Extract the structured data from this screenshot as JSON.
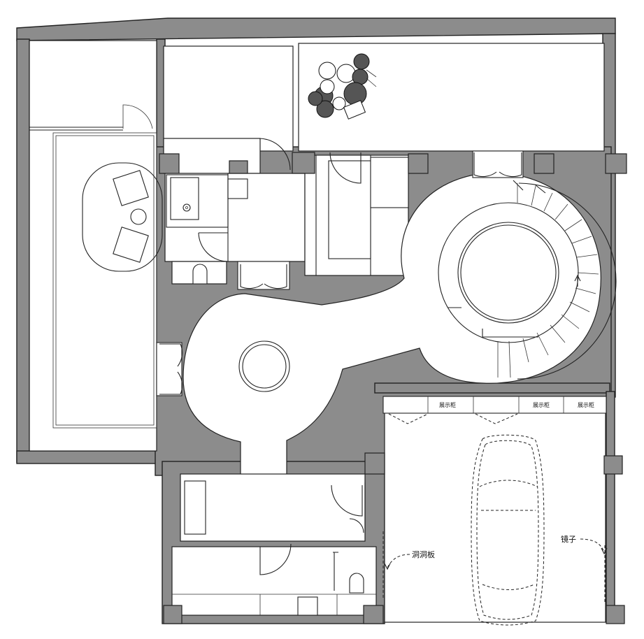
{
  "labels": {
    "display_cabinet": "展示柜",
    "cave_board": "洞洞板",
    "mirror": "镜子"
  },
  "colors": {
    "wall": "#8c8c8c",
    "floor": "#ffffff",
    "line": "#222222"
  }
}
